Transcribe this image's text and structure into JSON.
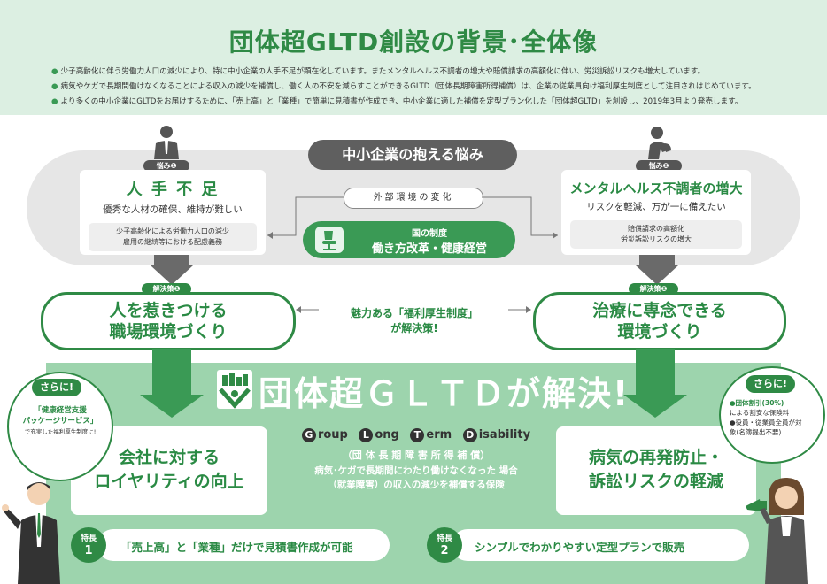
{
  "header": {
    "title": "団体超GLTD創設の背景･全体像",
    "bullets": [
      "少子高齢化に伴う労働力人口の減少により、特に中小企業の人手不足が顕在化しています。またメンタルヘルス不調者の増大や賠償請求の高額化に伴い、労災訴訟リスクも増大しています。",
      "病気やケガで長期間働けなくなることによる収入の減少を補償し、働く人の不安を減らすことができるGLTD（団体長期障害所得補償）は、企業の従業員向け福利厚生制度として注目されはじめています。",
      "より多くの中小企業にGLTDをお届けするために、「売上高」と「業種」で簡単に見積書が作成でき、中小企業に適した補償を定型プラン化した「団体超GLTD」を創設し、2019年3月より発売します。"
    ]
  },
  "worries": {
    "title": "中小企業の抱える悩み",
    "left": {
      "tag": "悩み❶",
      "heading": "人 手 不 足",
      "sub": "優秀な人材の確保、維持が難しい",
      "box": [
        "少子高齢化による労働力人口の減少",
        "雇用の継続等における配慮義務"
      ],
      "icon": "businessman-icon"
    },
    "right": {
      "tag": "悩み❷",
      "heading": "メンタルヘルス不調者の増大",
      "sub": "リスクを軽減、万が一に備えたい",
      "box": [
        "賠償請求の高額化",
        "労災訴訟リスクの増大"
      ],
      "icon": "distressed-person-icon"
    },
    "external": "外部環境の変化",
    "gov": [
      "国の制度",
      "働き方改革・健康経営"
    ]
  },
  "solutions": {
    "left_tag": "解決策❶",
    "left": [
      "人を惹きつける",
      "職場環境づくり"
    ],
    "right_tag": "解決策❷",
    "right": [
      "治療に専念できる",
      "環境づくり"
    ],
    "middle": [
      "魅力ある「福利厚生制度」",
      "が解決策!"
    ]
  },
  "gltd": {
    "title": "団体超ＧＬＴＤが解決!",
    "letters": [
      "G",
      "L",
      "T",
      "D"
    ],
    "words": [
      "roup",
      "ong",
      "erm",
      "isability"
    ],
    "sub": "（団 体 長 期 障 害 所 得 補 償）",
    "desc1": "病気･ケガで長期間にわたり働けなくなった 場合",
    "desc2": "（就業障害）の収入の減少を補償する保険",
    "result_left": [
      "会社に対する",
      "ロイヤリティの向上"
    ],
    "result_right": [
      "病気の再発防止・",
      "訴訟リスクの軽減"
    ]
  },
  "features": {
    "f1_label": [
      "特長",
      "1"
    ],
    "f1_text": "「売上高」と「業種」だけで見積書作成が可能",
    "f2_label": [
      "特長",
      "2"
    ],
    "f2_text": "シンプルでわかりやすい定型プランで販売"
  },
  "bubbles": {
    "left_badge": "さらに!",
    "left_lines": [
      "「健康経営支援",
      "パッケージサービス」",
      "で充実した福利厚生制度に!"
    ],
    "right_badge": "さらに!",
    "right_lines": [
      "●団体割引(30%)",
      "による割安な保険料",
      "●役員・従業員全員が対",
      "象(名簿提出不要)"
    ]
  },
  "colors": {
    "green": "#2f8a45",
    "light_green": "#9dd4ad",
    "header_bg": "#dcefe2",
    "gray": "#6a6a6a"
  }
}
